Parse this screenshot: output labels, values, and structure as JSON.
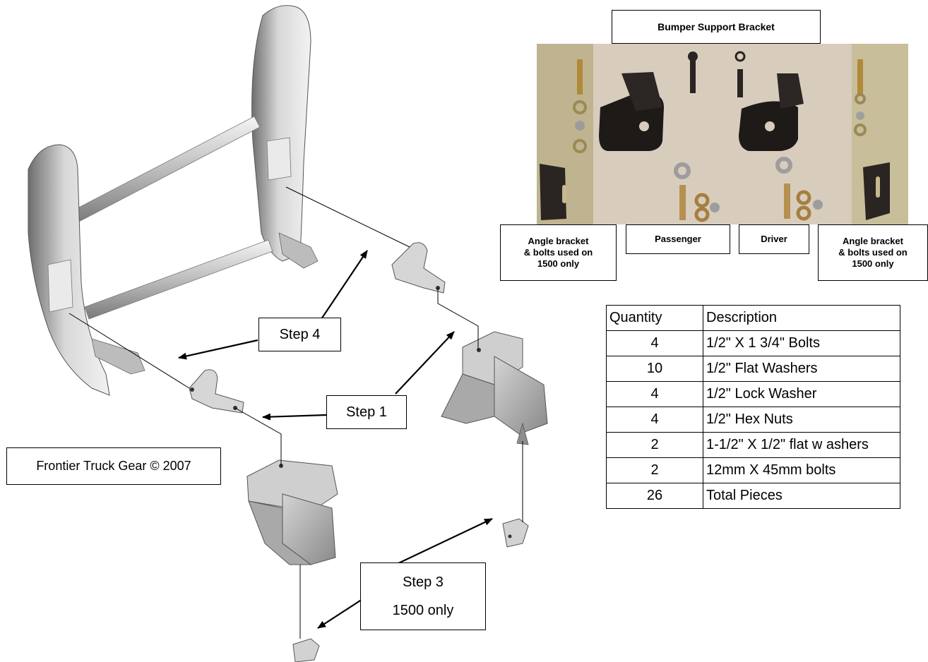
{
  "labels": {
    "step4": "Step 4",
    "step1": "Step 1",
    "step3_line1": "Step 3",
    "step3_line2": "1500 only",
    "copyright": "Frontier Truck Gear © 2007",
    "bumper_support_bracket": "Bumper Support Bracket",
    "angle_left_1": "Angle bracket",
    "angle_left_2": "& bolts used on",
    "angle_left_3": "1500 only",
    "passenger": "Passenger",
    "driver": "Driver",
    "angle_right_1": "Angle bracket",
    "angle_right_2": "& bolts used on",
    "angle_right_3": "1500 only"
  },
  "parts_table": {
    "header": {
      "quantity": "Quantity",
      "description": "Description"
    },
    "rows": [
      {
        "qty": "4",
        "desc": "1/2\" X 1 3/4\" Bolts"
      },
      {
        "qty": "10",
        "desc": "1/2\" Flat Washers"
      },
      {
        "qty": "4",
        "desc": "1/2\" Lock Washer"
      },
      {
        "qty": "4",
        "desc": "1/2\" Hex Nuts"
      },
      {
        "qty": "2",
        "desc": "1-1/2\" X 1/2\" flat w ashers"
      },
      {
        "qty": "2",
        "desc": "12mm X 45mm bolts"
      },
      {
        "qty": "26",
        "desc": "Total Pieces"
      }
    ]
  },
  "colors": {
    "metal_light": "#e6e6e6",
    "metal_mid": "#b4b4b4",
    "metal_dark": "#6e6e6e",
    "photo_bg": "#d9cfb9",
    "bracket_black": "#1e1a18"
  }
}
